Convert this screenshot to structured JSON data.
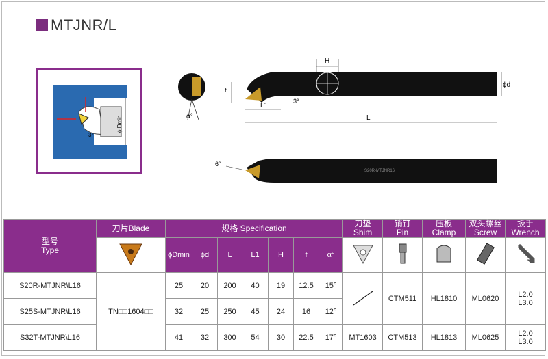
{
  "title": "MTJNR/L",
  "drawing_labels": {
    "H": "H",
    "phi_d": "ϕd",
    "f": "f",
    "three_deg": "3°",
    "L1": "L1",
    "L": "L",
    "alpha": "α°",
    "six_deg": "6°",
    "phi_dmin": "ϕ Dmin",
    "inset_three": "3°",
    "bar_text": "S20R-MTJNR16"
  },
  "table": {
    "type_header_cn": "型号",
    "type_header_en": "Type",
    "blade_header": "刀片Blade",
    "spec_header": "规格 Specification",
    "shim_header_cn": "刀垫",
    "shim_header_en": "Shim",
    "pin_header_cn": "销钉",
    "pin_header_en": "Pin",
    "clamp_header_cn": "压板",
    "clamp_header_en": "Clamp",
    "screw_header_cn": "双头螺丝",
    "screw_header_en": "Screw",
    "wrench_header_cn": "扳手",
    "wrench_header_en": "Wrench",
    "spec_cols": [
      "ϕDmin",
      "ϕd",
      "L",
      "L1",
      "H",
      "f",
      "α°"
    ],
    "blade_value": "TN□□1604□□",
    "rows": [
      {
        "type": "S20R-MTJNR\\L16",
        "vals": [
          "25",
          "20",
          "200",
          "40",
          "19",
          "12.5",
          "15°"
        ],
        "wrench": "L2.0\nL3.0"
      },
      {
        "type": "S25S-MTJNR\\L16",
        "vals": [
          "32",
          "25",
          "250",
          "45",
          "24",
          "16",
          "12°"
        ]
      },
      {
        "type": "S32T-MTJNR\\L16",
        "vals": [
          "41",
          "32",
          "300",
          "54",
          "30",
          "22.5",
          "17°"
        ],
        "shim": "MT1603",
        "pin": "CTM513",
        "clamp": "HL1813",
        "screw": "ML0625",
        "wrench": "L2.0\nL3.0"
      }
    ],
    "merged_shim": "/",
    "merged_pin": "CTM511",
    "merged_clamp": "HL1810",
    "merged_screw": "ML0620"
  },
  "colors": {
    "accent": "#8a2d8c",
    "insert": "#c89a2a",
    "blue": "#2a6ab0"
  }
}
